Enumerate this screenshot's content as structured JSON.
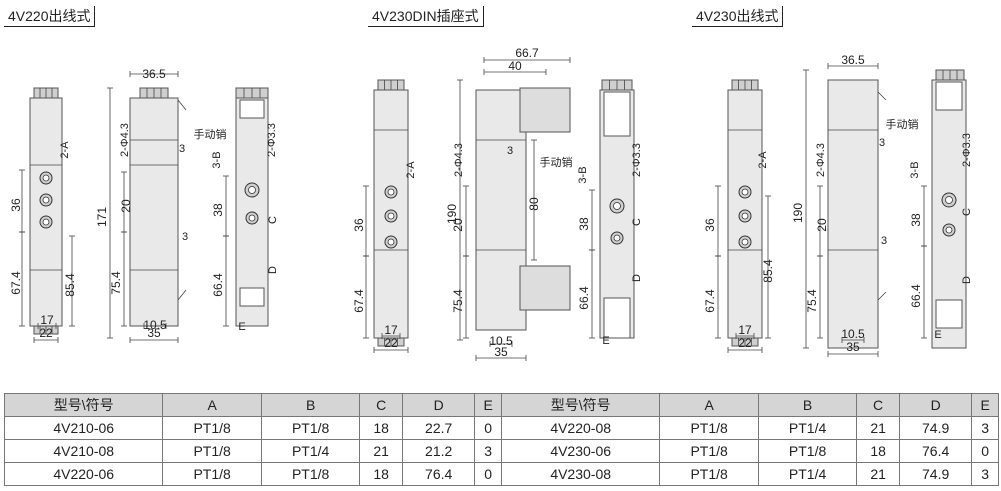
{
  "sections": [
    {
      "title": "4V220出线式"
    },
    {
      "title": "4V230DIN插座式"
    },
    {
      "title": "4V230出线式"
    }
  ],
  "dims": {
    "d36_5": "36.5",
    "d66_7": "66.7",
    "d40": "40",
    "d171": "171",
    "d190": "190",
    "d36": "36",
    "d67_4": "67.4",
    "d85_4": "85.4",
    "d75_4": "75.4",
    "d20": "20",
    "d80": "80",
    "d38": "38",
    "d66_4": "66.4",
    "d17": "17",
    "d22": "22",
    "d10_5": "10.5",
    "d35": "35",
    "p3": "3",
    "hole43": "2-Φ4.3",
    "hole33": "2-Φ3.3",
    "two_a": "2-A",
    "three_b": "3-B",
    "c": "C",
    "d": "D",
    "e": "E",
    "manual": "手动销"
  },
  "table": {
    "headers": [
      "型号\\符号",
      "A",
      "B",
      "C",
      "D",
      "E",
      "型号\\符号",
      "A",
      "B",
      "C",
      "D",
      "E"
    ],
    "rows": [
      [
        "4V210-06",
        "PT1/8",
        "PT1/8",
        "18",
        "22.7",
        "0",
        "4V220-08",
        "PT1/8",
        "PT1/4",
        "21",
        "74.9",
        "3"
      ],
      [
        "4V210-08",
        "PT1/8",
        "PT1/4",
        "21",
        "21.2",
        "3",
        "4V230-06",
        "PT1/8",
        "PT1/8",
        "18",
        "76.4",
        "0"
      ],
      [
        "4V220-06",
        "PT1/8",
        "PT1/8",
        "18",
        "76.4",
        "0",
        "4V230-08",
        "PT1/8",
        "PT1/4",
        "21",
        "74.9",
        "3"
      ]
    ]
  }
}
